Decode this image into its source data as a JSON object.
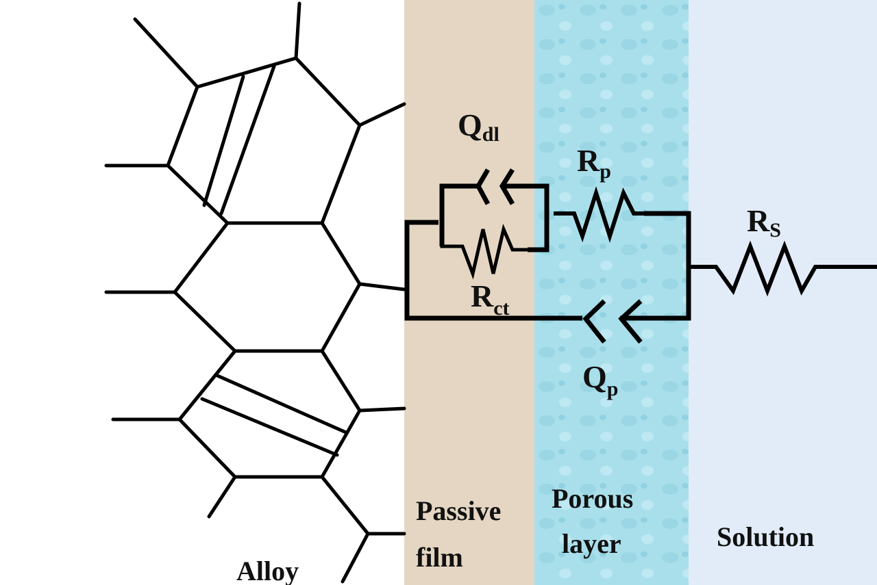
{
  "regions": {
    "alloy": "Alloy",
    "passive_film": [
      "Passive",
      "film"
    ],
    "porous_layer": [
      "Porous",
      "layer"
    ],
    "solution": "Solution"
  },
  "components": {
    "qdl": {
      "main": "Q",
      "sub": "dl"
    },
    "rp": {
      "main": "R",
      "sub": "p"
    },
    "rs": {
      "main": "R",
      "sub": "S"
    },
    "rct": {
      "main": "R",
      "sub": "ct"
    },
    "qp": {
      "main": "Q",
      "sub": "p"
    }
  },
  "colors": {
    "passive_film": "#e4d6c2",
    "porous_layer": "#a9dfeb",
    "solution": "#e2ecf8",
    "line": "#000000"
  }
}
